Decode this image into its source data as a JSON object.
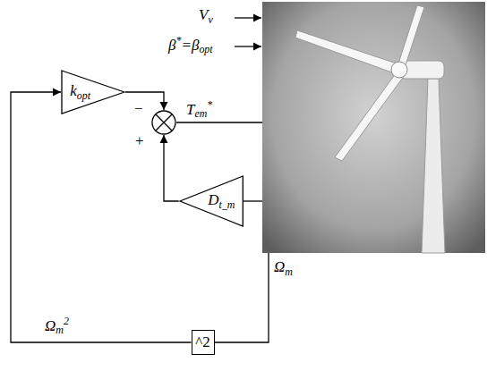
{
  "diagram": {
    "nodes": [
      {
        "text": [
          "kopt"
        ]
      },
      {
        "text": [
          "−",
          "+"
        ]
      },
      {
        "text": [
          "Dt_m"
        ]
      },
      {
        "text": [
          "^2"
        ]
      }
    ],
    "edges": [
      {
        "from": 0,
        "to": 1,
        "arrow": "to"
      },
      {
        "from": 2,
        "to": 1,
        "arrow": "to"
      },
      {
        "from": 3,
        "to": 0,
        "arrow": "to",
        "label": "Ωm2"
      }
    ],
    "labels": [
      "Vv",
      "β*=βopt",
      "Tem*",
      "Ωm"
    ]
  }
}
